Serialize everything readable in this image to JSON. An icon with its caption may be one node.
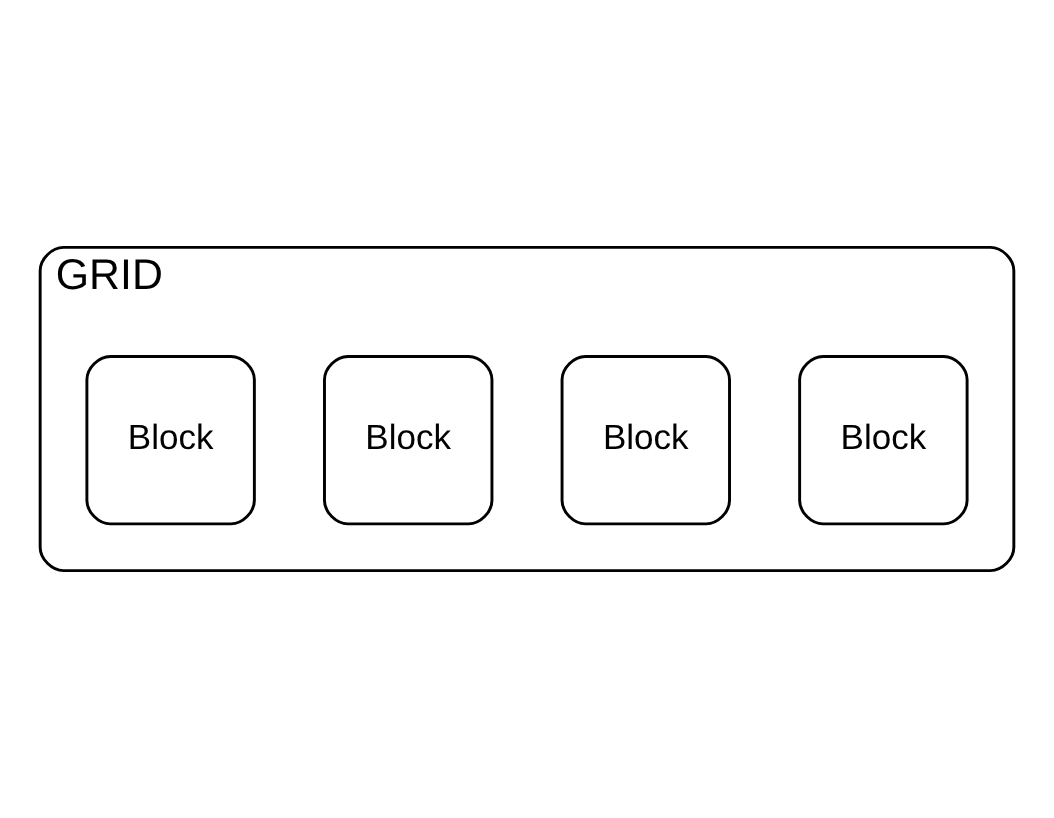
{
  "diagram": {
    "nodes": [
      {
        "text": [
          "GRID"
        ]
      },
      {
        "text": [
          "Block"
        ],
        "in": 0
      },
      {
        "text": [
          "Block"
        ],
        "in": 0
      },
      {
        "text": [
          "Block"
        ],
        "in": 0
      },
      {
        "text": [
          "Block"
        ],
        "in": 0
      }
    ],
    "edges": []
  }
}
